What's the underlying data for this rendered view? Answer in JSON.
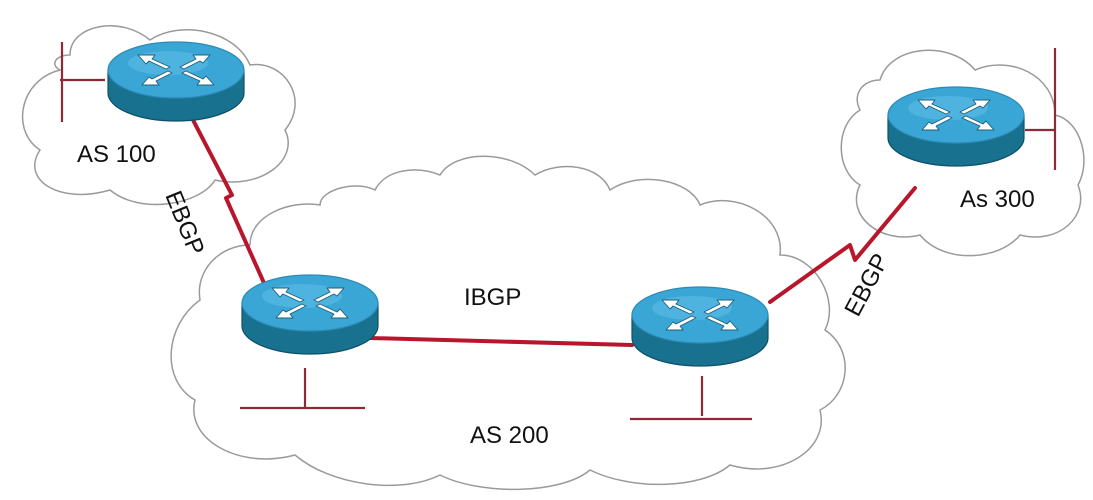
{
  "diagram": {
    "colors": {
      "background": "#ffffff",
      "cloud_stroke": "#9a9a9a",
      "link": "#b8162c",
      "segment": "#8e2a36",
      "router_top": "#3aa6d6",
      "router_side": "#17718f"
    },
    "labels": {
      "as100": "AS 100",
      "as200": "AS 200",
      "as300": "As 300",
      "ebgp_left": "EBGP",
      "ebgp_right": "EBGP",
      "ibgp": "IBGP"
    },
    "routers": [
      {
        "id": "router-as100",
        "icon": "router-icon"
      },
      {
        "id": "router-as200-left",
        "icon": "router-icon"
      },
      {
        "id": "router-as200-right",
        "icon": "router-icon"
      },
      {
        "id": "router-as300",
        "icon": "router-icon"
      }
    ]
  }
}
